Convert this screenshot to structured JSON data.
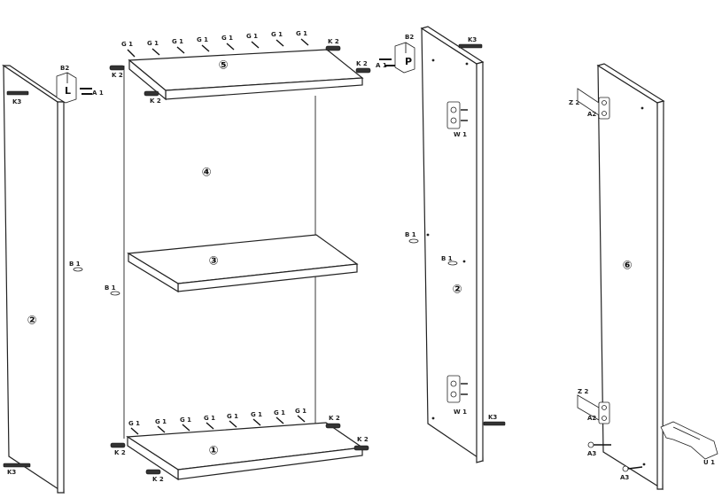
{
  "parts": {
    "left_side": "②",
    "right_side": "②",
    "middle_shelf_area": "④",
    "shelf_middle": "③",
    "top_board": "⑤",
    "bottom_board": "①",
    "door": "⑥"
  },
  "labels": {
    "g1": "G 1",
    "k2": "K 2",
    "k3": "K3",
    "b1": "B 1",
    "b2": "B2",
    "a1": "A 1",
    "a2": "A2",
    "a3": "A3",
    "w1": "W 1",
    "z2": "Z 2",
    "u1": "U 1",
    "bracket_l": "L",
    "bracket_p": "P"
  }
}
